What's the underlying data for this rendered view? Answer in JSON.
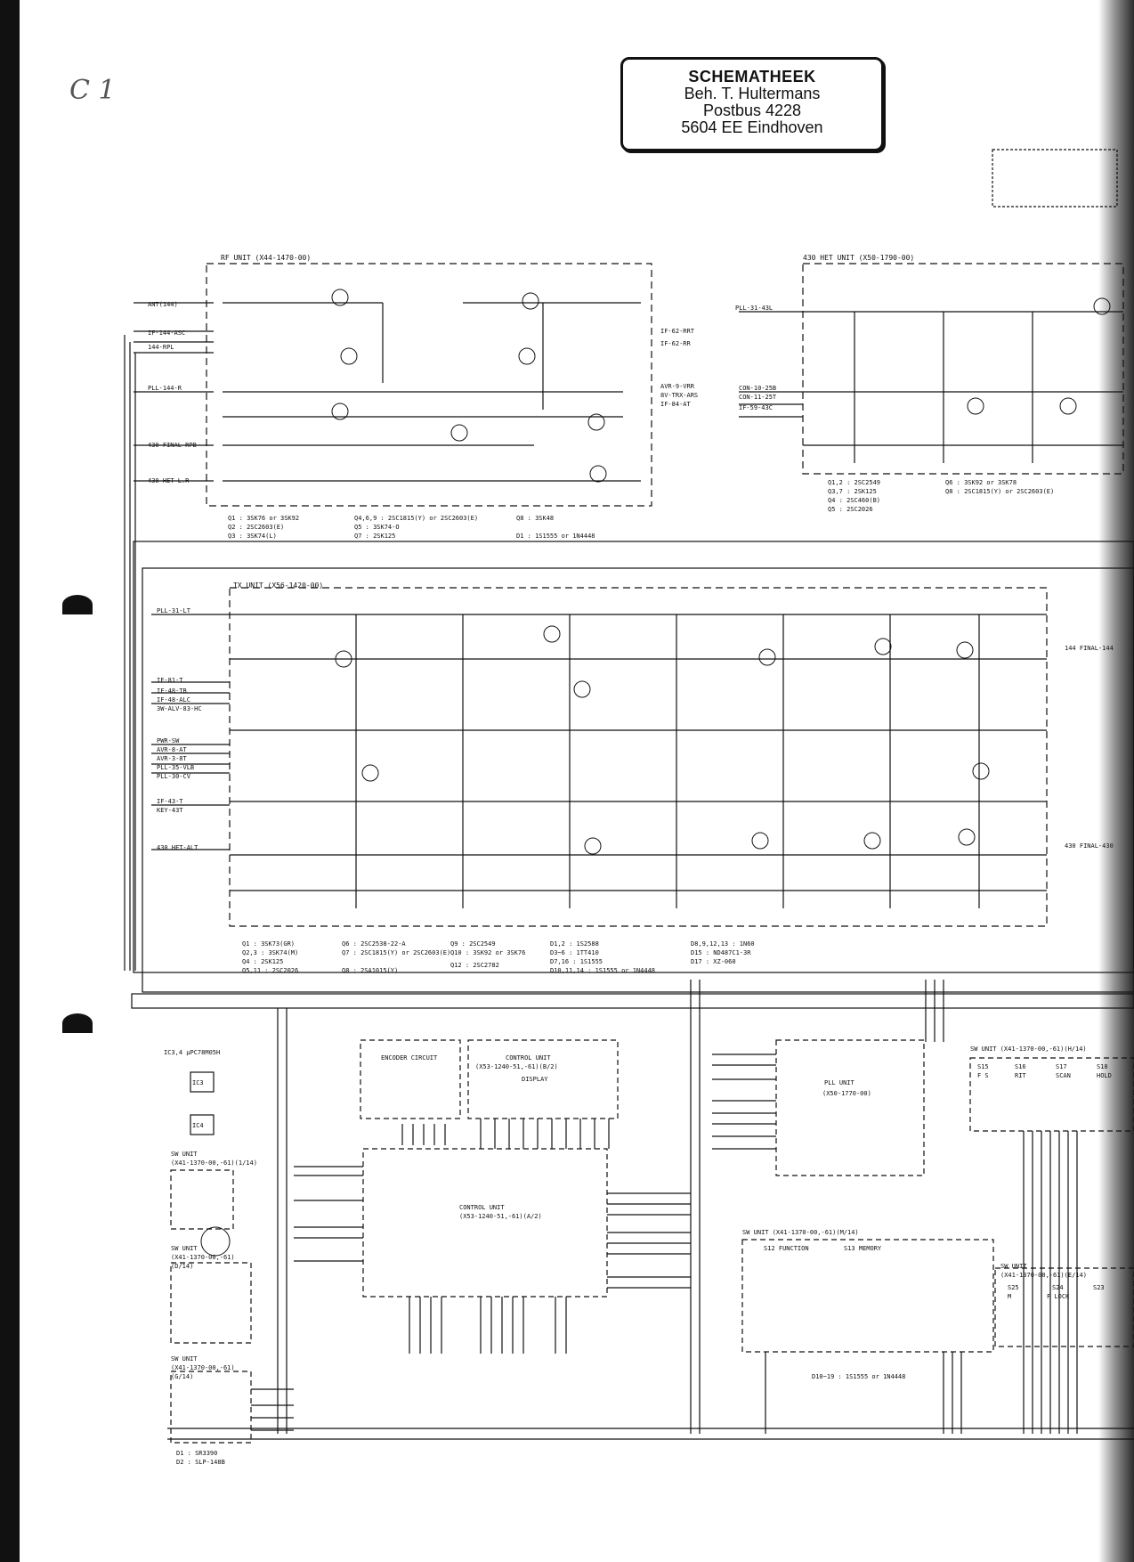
{
  "stamp": {
    "line1": "SCHEMATHEEK",
    "line2": "Beh. T. Hultermans",
    "line3": "Postbus 4228",
    "line4": "5604 EE  Eindhoven"
  },
  "handwritten_note": "C 1",
  "rf_unit": {
    "title": "RF UNIT (X44-1470-00)",
    "transistors": [
      "Q1   : 3SK76 or 3SK92",
      "Q2   : 2SC2603(E)",
      "Q3   : 3SK74(L)",
      "Q4,6,9 : 2SC1815(Y) or 2SC2603(E)",
      "Q5   : 3SK74-O",
      "Q7   : 2SK125",
      "Q8   : 3SK48",
      "D1   : 1S1555 or 1N4448"
    ],
    "connectors": [
      "ANT(144)",
      "IF-144-ASC",
      "144-RPL",
      "PLL-144-R",
      "430 FINAL-RPB",
      "430 HET-L.R",
      "IF-62-RRT",
      "IF-62-RR",
      "AVR-9-VRR",
      "8V-TRX-ARS",
      "IF-84-AT"
    ]
  },
  "het_unit": {
    "title": "430 HET UNIT (X50-1790-00)",
    "transistors": [
      "Q1,2 : 2SC2549",
      "Q3,7 : 2SK125",
      "Q4   : 2SC460(B)",
      "Q5   : 2SC2026",
      "Q6   : 3SK92 or 3SK78",
      "Q8   : 2SC1815(Y) or 2SC2603(E)"
    ],
    "connectors": [
      "PLL-31-43L",
      "CON-10-25B",
      "CON-11-25T",
      "IF-59-43C"
    ]
  },
  "tx_unit": {
    "title": "TX UNIT (X56-1420-00)",
    "transistors": [
      "Q1    : 3SK73(GR)",
      "Q2,3  : 3SK74(M)",
      "Q4    : 2SK125",
      "Q5,11 : 2SC2026",
      "Q6    : 2SC2538-22-A",
      "Q7    : 2SC1815(Y) or 2SC2603(E)",
      "Q8    : 2SA1015(Y)",
      "Q9    : 2SC2549",
      "Q10   : 3SK92 or 3SK76",
      "Q12   : 2SC2782",
      "D1,2  : 1S2588",
      "D3~6  : 1TT410",
      "D7,16 : 1S1555",
      "D10,11,14 : 1S1555 or 1N4448",
      "D8,9,12,13 : 1N60",
      "D15   : ND487C1-3R",
      "D17   : XZ-060"
    ],
    "connectors": [
      "PLL-31-LT",
      "IF-81-T",
      "IF-48-TB",
      "IF-48-ALC",
      "3W-ALV-83-HC",
      "PWR-SW",
      "AVR-8-AT",
      "AVR-3-8T",
      "PLL-35-VLB",
      "PLL-30-CV",
      "IF-43-T",
      "KEY-43T",
      "430 HET-ALT",
      "144 FINAL-144",
      "430 FINAL-430"
    ]
  },
  "control_section": {
    "ic_label": "IC3,4  µPC78M05H",
    "ic3": "IC3",
    "ic4": "IC4",
    "encoder": "ENCODER CIRCUIT",
    "control_b_title": "CONTROL UNIT",
    "control_b_sub": "(X53-1240-51,-61)(B/2)",
    "display": "DISPLAY",
    "control_a_title": "CONTROL UNIT",
    "control_a_sub": "(X53-1240-51,-61)(A/2)",
    "pll_title": "PLL UNIT",
    "pll_sub": "(X50-1770-00)",
    "sw_1_title": "SW UNIT",
    "sw_1_sub": "(X41-1370-00,-61)(1/14)",
    "sw_d_title": "SW UNIT",
    "sw_d_sub": "(X41-1370-00,-61)",
    "sw_d_part": "(D/14)",
    "sw_g_title": "SW UNIT",
    "sw_g_sub": "(X41-1370-00,-61)",
    "sw_g_part": "(G/14)",
    "sw_h_title": "SW UNIT (X41-1370-00,-61)(H/14)",
    "sw_m_title": "SW UNIT (X41-1370-00,-61)(M/14)",
    "sw_e_title": "SW UNIT",
    "sw_e_sub": "(X41-1370-00,-61)(E/14)",
    "function_label": "S12  FUNCTION",
    "memory_label": "S13  MEMORY",
    "diodes_note": "D10~19 : 1S1555 or 1N4448",
    "d1_note": "D1 : SR3390",
    "d2_note": "D2 : SLP-148B",
    "sw_h_switches": [
      "S15",
      "S16",
      "S17",
      "S18"
    ],
    "sw_h_labels": [
      "F S",
      "RIT",
      "SCAN",
      "HOLD"
    ],
    "sw_e_switches": [
      "S25",
      "S24",
      "S23"
    ],
    "sw_e_labels": [
      "M",
      "F LOCK",
      ""
    ]
  }
}
